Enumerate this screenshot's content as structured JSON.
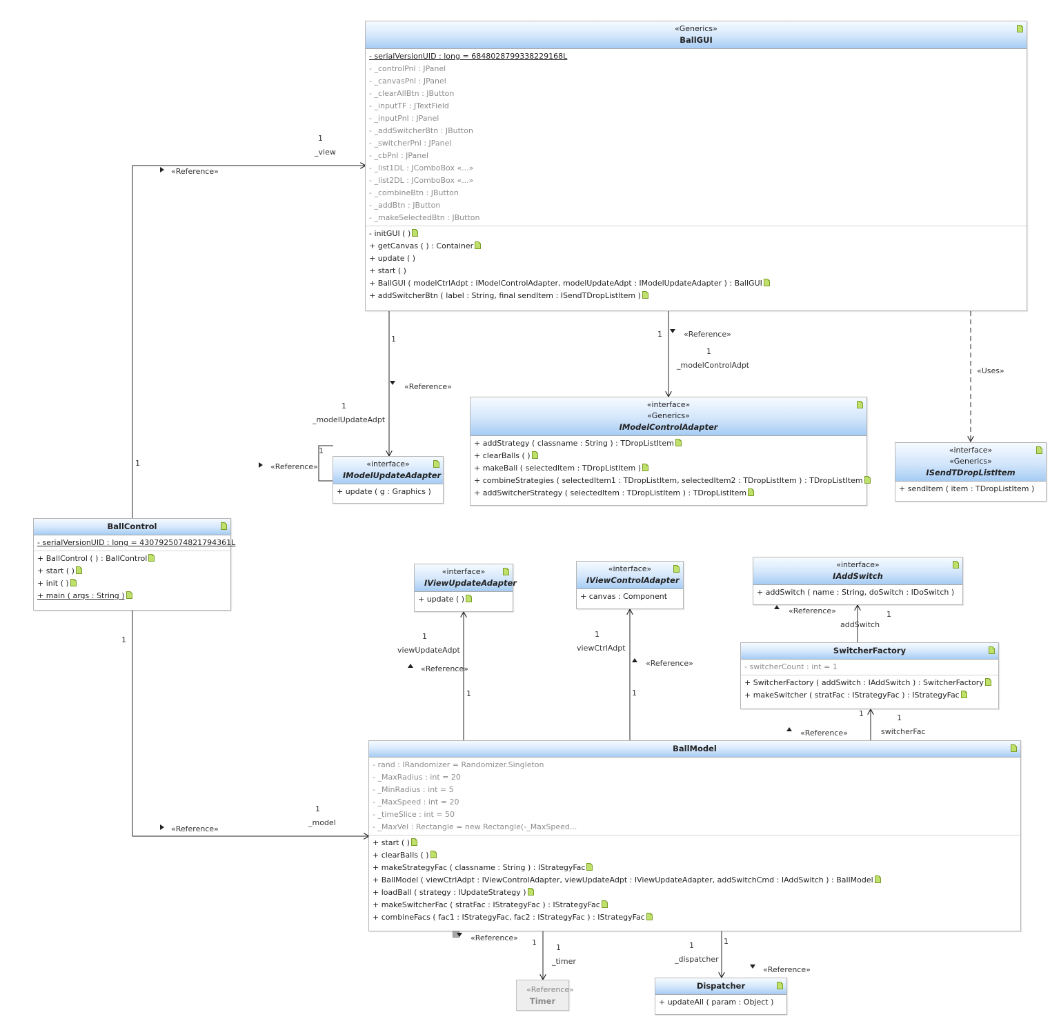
{
  "classes": {
    "ballgui": {
      "stereotypes": [
        "«Generics»"
      ],
      "name": "BallGUI",
      "static_attributes": [
        "- serialVersionUID : long = 6848028799338229168L"
      ],
      "attributes": [
        "- _controlPnl : JPanel",
        "- _canvasPnl : JPanel",
        "- _clearAllBtn : JButton",
        "- _inputTF : JTextField",
        "- _inputPnl : JPanel",
        "- _addSwitcherBtn : JButton",
        "- _switcherPnl : JPanel",
        "- _cbPnl : JPanel",
        "- _list1DL : JComboBox «...»",
        "- _list2DL : JComboBox «...»",
        "- _combineBtn : JButton",
        "- _addBtn : JButton",
        "- _makeSelectedBtn : JButton"
      ],
      "operations": [
        "- initGUI ( )",
        "+ getCanvas ( ) :  Container",
        "+ update ( )",
        "+ start ( )",
        "+ BallGUI ( modelCtrlAdpt : IModelControlAdapter, modelUpdateAdpt : IModelUpdateAdapter ) :  BallGUI",
        "+ addSwitcherBtn ( label : String, final sendItem : ISendTDropListItem )"
      ]
    },
    "imodelupdateadapter": {
      "stereotypes": [
        "«interface»"
      ],
      "name": "IModelUpdateAdapter",
      "operations": [
        "+ update ( g : Graphics )"
      ]
    },
    "imodelcontroladapter": {
      "stereotypes": [
        "«interface»",
        "«Generics»"
      ],
      "name": "IModelControlAdapter",
      "operations": [
        "+ addStrategy ( classname : String ) :  TDropListItem",
        "+ clearBalls ( )",
        "+ makeBall ( selectedItem : TDropListItem )",
        "+ combineStrategies ( selectedItem1 : TDropListItem, selectedItem2 : TDropListItem ) :  TDropListItem",
        "+ addSwitcherStrategy ( selectedItem : TDropListItem ) :  TDropListItem"
      ]
    },
    "isendtdroplistitem": {
      "stereotypes": [
        "«interface»",
        "«Generics»"
      ],
      "name": "ISendTDropListItem",
      "operations": [
        "+ sendItem ( item : TDropListItem )"
      ]
    },
    "ballcontrol": {
      "name": "BallControl",
      "static_attributes": [
        "- serialVersionUID : long = 4307925074821794361L"
      ],
      "operations": [
        "+ BallControl ( ) :  BallControl",
        "+ start ( )",
        "+ init ( )"
      ],
      "static_operations": [
        "+ main ( args : String )"
      ]
    },
    "iviewupdateadapter": {
      "stereotypes": [
        "«interface»"
      ],
      "name": "IViewUpdateAdapter",
      "operations": [
        "+ update ( )"
      ]
    },
    "iviewcontroladapter": {
      "stereotypes": [
        "«interface»"
      ],
      "name": "IViewControlAdapter",
      "operations": [
        "+ canvas : Component"
      ]
    },
    "iaddswitch": {
      "stereotypes": [
        "«interface»"
      ],
      "name": "IAddSwitch",
      "operations": [
        "+ addSwitch ( name : String, doSwitch : IDoSwitch )"
      ]
    },
    "switcherfactory": {
      "name": "SwitcherFactory",
      "attributes": [
        "- switcherCount : int = 1"
      ],
      "operations": [
        "+ SwitcherFactory ( addSwitch : IAddSwitch ) :  SwitcherFactory",
        "+ makeSwitcher ( stratFac : IStrategyFac ) :  IStrategyFac"
      ]
    },
    "ballmodel": {
      "name": "BallModel",
      "attributes": [
        "- rand : IRandomizer = Randomizer.Singleton",
        "- _MaxRadius : int = 20",
        "- _MinRadius : int = 5",
        "- _MaxSpeed : int = 20",
        "- _timeSlice : int = 50",
        "- _MaxVel : Rectangle = new Rectangle(-_MaxSpeed..."
      ],
      "operations": [
        "+ start ( )",
        "+ clearBalls ( )",
        "+ makeStrategyFac ( classname : String ) :  IStrategyFac",
        "+ BallModel ( viewCtrlAdpt : IViewControlAdapter, viewUpdateAdpt : IViewUpdateAdapter, addSwitchCmd : IAddSwitch ) :  BallModel",
        "+ loadBall ( strategy : IUpdateStrategy )",
        "+ makeSwitcherFac ( stratFac : IStrategyFac ) :  IStrategyFac",
        "+ combineFacs ( fac1 : IStrategyFac, fac2 : IStrategyFac ) :  IStrategyFac"
      ]
    },
    "timer": {
      "stereotypes": [
        "«Reference»"
      ],
      "name": "Timer"
    },
    "dispatcher": {
      "name": "Dispatcher",
      "operations": [
        "+ updateAll ( param : Object )"
      ]
    }
  },
  "edge_labels": {
    "one": "1",
    "reference": "«Reference»",
    "uses": "«Uses»",
    "view": "_view",
    "model_update_adpt": "_modelUpdateAdpt",
    "model_control_adpt": "_modelControlAdpt",
    "model": "_model",
    "view_update_adpt": "viewUpdateAdpt",
    "view_ctrl_adpt": "viewCtrlAdpt",
    "add_switch": "addSwitch",
    "switcher_fac": "switcherFac",
    "timer": "_timer",
    "dispatcher": "_dispatcher"
  },
  "colors": {
    "header_top": "#f6fbff",
    "header_bottom": "#a6ccf4",
    "note_icon": "#bfe06a",
    "line": "#222222"
  }
}
